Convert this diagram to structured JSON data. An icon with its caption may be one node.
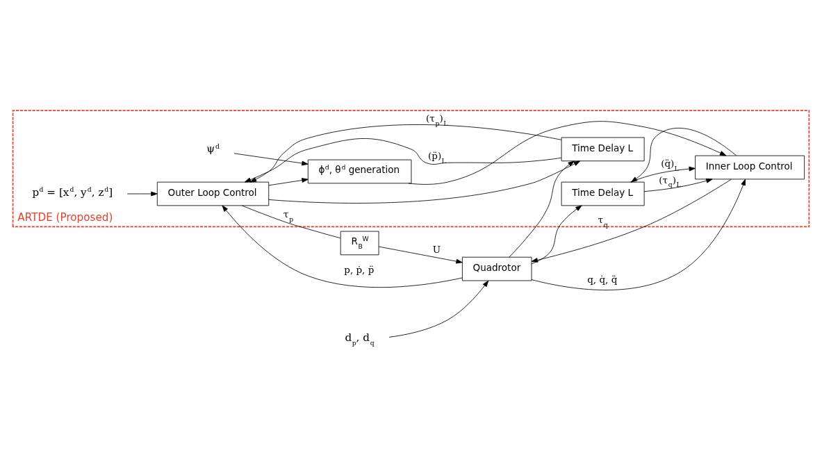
{
  "diagram": {
    "nodes": [
      {
        "text": [
          "ARTDE (Proposed)"
        ]
      },
      {
        "text": [
          "d$_{p}$, d$_{q}$"
        ]
      },
      {
        "text": [
          "p$^{d}$ = [x$^{d}$, y$^{d}$, z$^{d}$]"
        ],
        "in": 0
      },
      {
        "text": [
          "Outer Loop Control"
        ],
        "in": 0
      },
      {
        "text": [
          "R$_{B}$$^{W}$"
        ]
      },
      {
        "text": [
          "Quadrotor"
        ]
      },
      {
        "text": [
          "Time Delay L"
        ],
        "in": 0
      },
      {
        "text": [
          "Time Delay L"
        ],
        "in": 0
      },
      {
        "text": [
          "ψ$^{d}$"
        ],
        "in": 0
      },
      {
        "text": [
          "ϕ$^{d}$, θ$^{d}$ generation"
        ],
        "in": 0
      },
      {
        "text": [
          "Inner Loop Control"
        ],
        "in": 0
      }
    ],
    "edges": [
      {
        "from": 1,
        "to": 5,
        "arrow": "to"
      },
      {
        "from": 2,
        "to": 3,
        "arrow": "to"
      },
      {
        "from": 3,
        "to": 4,
        "arrow": "none",
        "label": "τ$_{p}$"
      },
      {
        "from": 3,
        "to": 6,
        "arrow": "to"
      },
      {
        "from": 3,
        "to": 9,
        "arrow": "to"
      },
      {
        "from": 4,
        "to": 5,
        "arrow": "to",
        "label": "U"
      },
      {
        "from": 5,
        "to": 7,
        "arrow": "to"
      },
      {
        "from": 5,
        "to": 10,
        "arrow": "to",
        "label": "q, q̇, q̈"
      },
      {
        "from": 5,
        "to": 3,
        "arrow": "to",
        "label": "p, ṗ, p̈"
      },
      {
        "from": 5,
        "to": 6,
        "arrow": "to"
      },
      {
        "from": 10,
        "to": 5,
        "arrow": "to",
        "label": "τ$_{q}$"
      },
      {
        "from": 10,
        "to": 7,
        "arrow": "to"
      },
      {
        "from": 6,
        "to": 3,
        "arrow": "to",
        "label": "(p̈)$_{L}$"
      },
      {
        "from": 6,
        "to": 3,
        "arrow": "to",
        "label": "(τ$_{p}$)$_{L}$"
      },
      {
        "from": 7,
        "to": 10,
        "arrow": "to",
        "label": "(τ$_{q}$)$_{L}$"
      },
      {
        "from": 7,
        "to": 10,
        "arrow": "to",
        "label": "(q̈)$_{L}$"
      },
      {
        "from": 8,
        "to": 9,
        "arrow": "to"
      },
      {
        "from": 9,
        "to": 10,
        "arrow": "to"
      }
    ]
  }
}
